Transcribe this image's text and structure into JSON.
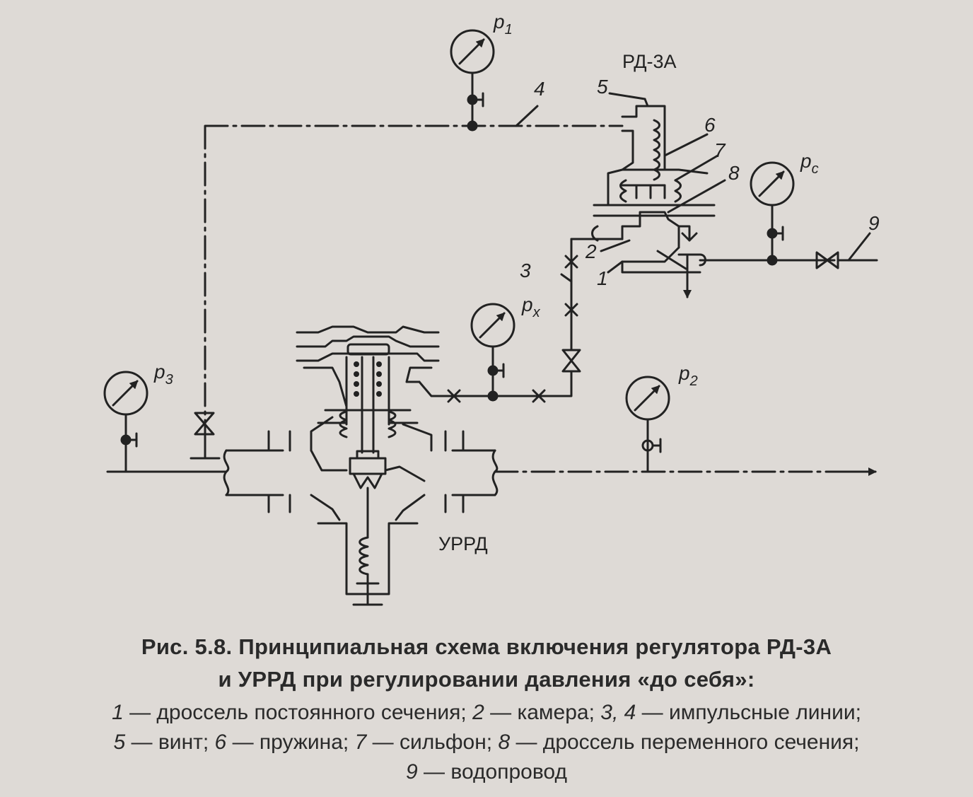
{
  "labels": {
    "p1": "p",
    "p1_sub": "1",
    "p2": "p",
    "p2_sub": "2",
    "p3": "p",
    "p3_sub": "3",
    "px": "p",
    "px_sub": "x",
    "pc": "p",
    "pc_sub": "c",
    "n1": "1",
    "n2": "2",
    "n3": "3",
    "n4": "4",
    "n5": "5",
    "n6": "6",
    "n7": "7",
    "n8": "8",
    "n9": "9"
  },
  "devices": {
    "rd": "РД-3А",
    "urrd": "УРРД"
  },
  "caption": {
    "title_line1": "Рис. 5.8. Принципиальная схема включения регулятора РД-3А",
    "title_line2": "и УРРД при регулировании давления «до себя»:"
  },
  "legend": {
    "l1": [
      {
        "n": "1",
        "t": " — дроссель постоянного сечения; "
      },
      {
        "n": "2",
        "t": " — камера; "
      },
      {
        "n": "3, 4",
        "t": " — импульсные линии;"
      }
    ],
    "l2": [
      {
        "n": "5",
        "t": " — винт; "
      },
      {
        "n": "6",
        "t": " — пружина; "
      },
      {
        "n": "7",
        "t": " — сильфон; "
      },
      {
        "n": "8",
        "t": " — дроссель переменного сечения;"
      }
    ],
    "l3": [
      {
        "n": "9",
        "t": " — водопровод"
      }
    ]
  }
}
